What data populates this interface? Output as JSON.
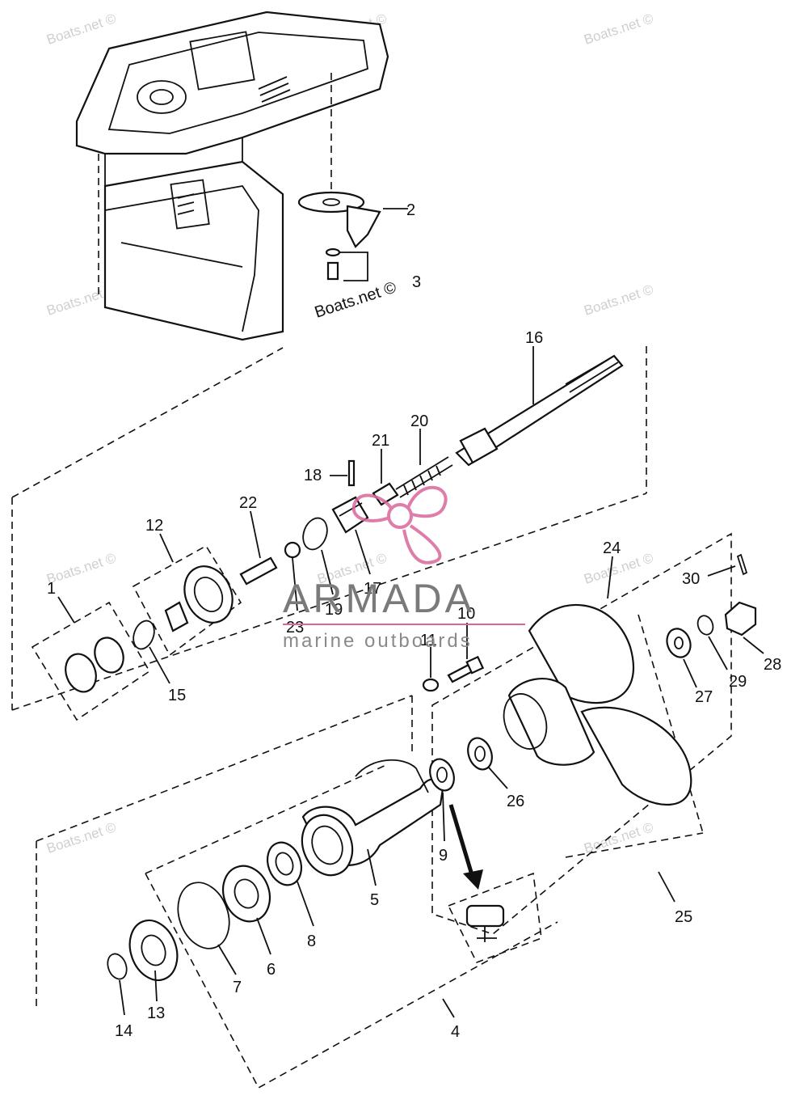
{
  "watermark": "Boats.net ©",
  "bracket_caption": "Boats.net ©",
  "brand": {
    "name": "ARMADA",
    "tagline": "marine outboards",
    "accent_color": "#d9679b"
  },
  "callouts": {
    "c1": "1",
    "c2": "2",
    "c3": "3",
    "c4": "4",
    "c5": "5",
    "c6": "6",
    "c7": "7",
    "c8": "8",
    "c9": "9",
    "c10": "10",
    "c11": "11",
    "c12": "12",
    "c13": "13",
    "c14": "14",
    "c15": "15",
    "c16": "16",
    "c17": "17",
    "c18": "18",
    "c19": "19",
    "c20": "20",
    "c21": "21",
    "c22": "22",
    "c23": "23",
    "c24": "24",
    "c25": "25",
    "c26": "26",
    "c27": "27",
    "c28": "28",
    "c29": "29",
    "c30": "30"
  }
}
